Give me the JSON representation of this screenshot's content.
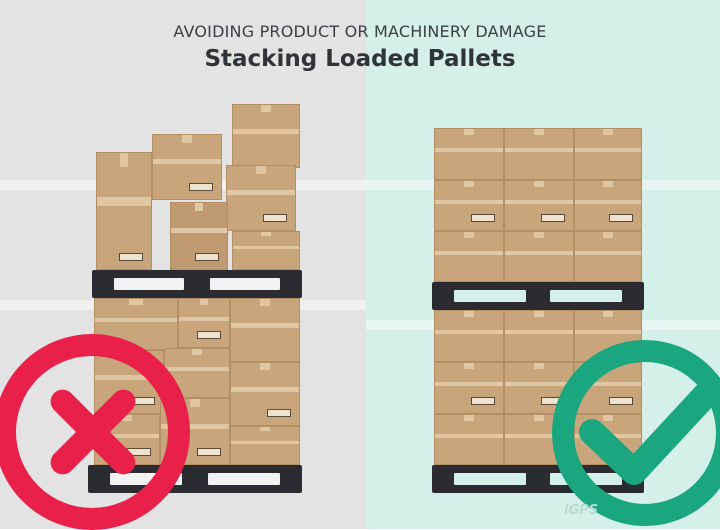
{
  "header": {
    "subtitle": "AVOIDING PRODUCT OR MACHINERY DAMAGE",
    "title": "Stacking Loaded Pallets"
  },
  "panels": {
    "left": {
      "status": "incorrect",
      "icon": "x-icon",
      "color": "#e8204a"
    },
    "right": {
      "status": "correct",
      "icon": "check-icon",
      "color": "#1aa67f"
    }
  },
  "logo": "iGPS",
  "colors": {
    "left_bg": "#e3e3e3",
    "right_bg": "#d5efe9",
    "box": "#c9a57b",
    "pallet": "#2b2c31"
  }
}
